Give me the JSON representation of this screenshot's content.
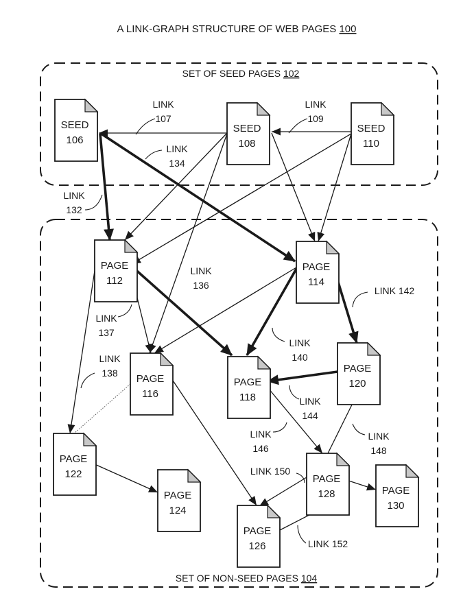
{
  "title": {
    "text": "A LINK-GRAPH STRUCTURE OF WEB PAGES ",
    "ref": "100"
  },
  "seed_group": {
    "label": "SET OF SEED PAGES ",
    "ref": "102"
  },
  "nonseed_group": {
    "label": "SET OF NON-SEED PAGES ",
    "ref": "104"
  },
  "pages": [
    {
      "id": "s106",
      "line1": "SEED",
      "line2": "106"
    },
    {
      "id": "s108",
      "line1": "SEED",
      "line2": "108"
    },
    {
      "id": "s110",
      "line1": "SEED",
      "line2": "110"
    },
    {
      "id": "p112",
      "line1": "PAGE",
      "line2": "112"
    },
    {
      "id": "p114",
      "line1": "PAGE",
      "line2": "114"
    },
    {
      "id": "p116",
      "line1": "PAGE",
      "line2": "116"
    },
    {
      "id": "p118",
      "line1": "PAGE",
      "line2": "118"
    },
    {
      "id": "p120",
      "line1": "PAGE",
      "line2": "120"
    },
    {
      "id": "p122",
      "line1": "PAGE",
      "line2": "122"
    },
    {
      "id": "p124",
      "line1": "PAGE",
      "line2": "124"
    },
    {
      "id": "p126",
      "line1": "PAGE",
      "line2": "126"
    },
    {
      "id": "p128",
      "line1": "PAGE",
      "line2": "128"
    },
    {
      "id": "p130",
      "line1": "PAGE",
      "line2": "130"
    }
  ],
  "link_labels": [
    {
      "id": "l107",
      "line1": "LINK",
      "line2": "107"
    },
    {
      "id": "l109",
      "line1": "LINK",
      "line2": "109"
    },
    {
      "id": "l134",
      "line1": "LINK",
      "line2": "134"
    },
    {
      "id": "l132",
      "line1": "LINK",
      "line2": "132"
    },
    {
      "id": "l136",
      "line1": "LINK",
      "line2": "136"
    },
    {
      "id": "l142",
      "line1": "LINK 142",
      "line2": ""
    },
    {
      "id": "l137",
      "line1": "LINK",
      "line2": "137"
    },
    {
      "id": "l140",
      "line1": "LINK",
      "line2": "140"
    },
    {
      "id": "l138",
      "line1": "LINK",
      "line2": "138"
    },
    {
      "id": "l144",
      "line1": "LINK",
      "line2": "144"
    },
    {
      "id": "l146",
      "line1": "LINK",
      "line2": "146"
    },
    {
      "id": "l148",
      "line1": "LINK",
      "line2": "148"
    },
    {
      "id": "l150",
      "line1": "LINK 150",
      "line2": ""
    },
    {
      "id": "l152",
      "line1": "LINK 152",
      "line2": ""
    }
  ],
  "links": [
    {
      "from": "s108",
      "to": "s106",
      "weight": "normal"
    },
    {
      "from": "s110",
      "to": "s108",
      "weight": "normal"
    },
    {
      "from": "s106",
      "to": "p112",
      "weight": "bold"
    },
    {
      "from": "s106",
      "to": "p114",
      "weight": "bold"
    },
    {
      "from": "s108",
      "to": "p112",
      "weight": "normal"
    },
    {
      "from": "s108",
      "to": "p114",
      "weight": "normal"
    },
    {
      "from": "s108",
      "to": "p116",
      "weight": "normal"
    },
    {
      "from": "s110",
      "to": "p112",
      "weight": "normal"
    },
    {
      "from": "s110",
      "to": "p114",
      "weight": "normal"
    },
    {
      "from": "p112",
      "to": "p118",
      "weight": "bold"
    },
    {
      "from": "p112",
      "to": "p116",
      "weight": "normal"
    },
    {
      "from": "p112",
      "to": "p122",
      "weight": "normal"
    },
    {
      "from": "p114",
      "to": "p118",
      "weight": "bold"
    },
    {
      "from": "p114",
      "to": "p120",
      "weight": "bold"
    },
    {
      "from": "p114",
      "to": "p116",
      "weight": "normal"
    },
    {
      "from": "p120",
      "to": "p118",
      "weight": "bold"
    },
    {
      "from": "p116",
      "to": "p122",
      "weight": "dotted"
    },
    {
      "from": "p116",
      "to": "p126",
      "weight": "normal"
    },
    {
      "from": "p118",
      "to": "p128",
      "weight": "normal"
    },
    {
      "from": "p128",
      "to": "p120",
      "weight": "normal"
    },
    {
      "from": "p128",
      "to": "p126",
      "weight": "normal"
    },
    {
      "from": "p126",
      "to": "p128",
      "weight": "normal"
    },
    {
      "from": "p128",
      "to": "p130",
      "weight": "normal"
    },
    {
      "from": "p122",
      "to": "p124",
      "weight": "normal"
    }
  ]
}
